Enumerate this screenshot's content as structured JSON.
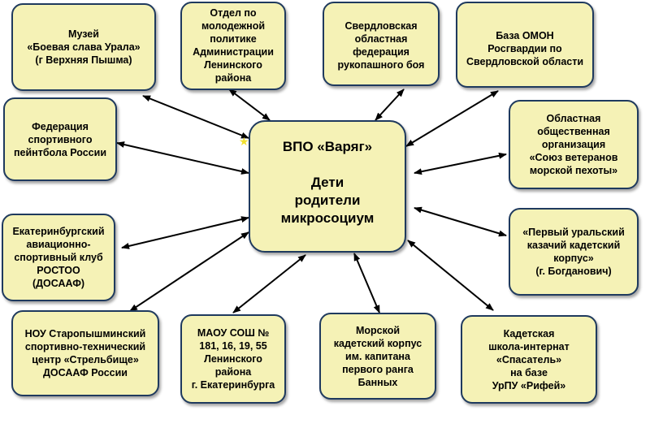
{
  "center": {
    "text": "ВПО «Варяг»\n\nДети\nродители\nмикросоциум"
  },
  "nodes": {
    "museum": "Музей\n«Боевая слава Урала»\n(г Верхняя Пышма)",
    "youth_dept": "Отдел по\nмолодежной\nполитике\nАдминистрации\nЛенинского\nрайона",
    "sverdlovsk_fed": "Свердловская\nобластная\nфедерация\nрукопашного боя",
    "omon": "База ОМОН\nРосгвардии по\nСвердловской области",
    "paintball_fed": "Федерация\nспортивного\nпейнтбола России",
    "marines_union": "Областная\nобщественная\nорганизация\n«Союз ветеранов\nморской пехоты»",
    "aviation_club": "Екатеринбургский\nавиационно-\nспортивный клуб\nРОСТОО\n(ДОСААФ)",
    "cossack_corps": "«Первый уральский\nказачий кадетский\nкорпус»\n(г. Богданович)",
    "shooting_center": "НОУ Старопышминский\nспортивно-технический\nцентр  «Стрельбище»\nДОСААФ России",
    "schools": "МАОУ СОШ №\n181, 16, 19, 55\nЛенинского\nрайона\nг. Екатеринбурга",
    "naval_corps": "Морской\nкадетский корпус\nим. капитана\nпервого ранга\nБанных",
    "cadet_school": "Кадетская\nшкола-интернат\n«Спасатель»\nна базе\nУрПУ «Рифей»"
  },
  "colors": {
    "box_fill": "#f5f2b6",
    "box_border": "#1f3a5e",
    "arrow": "#000000",
    "star": "#f0e030"
  }
}
